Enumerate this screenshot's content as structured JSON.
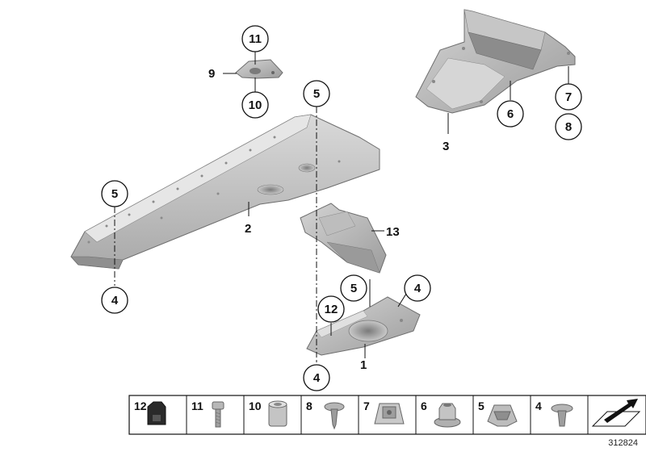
{
  "diagram": {
    "labels": {
      "part_1": "1",
      "part_2": "2",
      "part_3": "3",
      "part_13": "13",
      "part_9": "9"
    },
    "callouts": {
      "c11": "11",
      "c10": "10",
      "c5_top": "5",
      "c5_left": "5",
      "c4_left": "4",
      "c6": "6",
      "c7": "7",
      "c8": "8",
      "c5_mid": "5",
      "c4_mid": "4",
      "c12": "12",
      "c4_bottom": "4"
    }
  },
  "legend": {
    "cells": [
      "12",
      "11",
      "10",
      "8",
      "7",
      "6",
      "5",
      "4"
    ]
  },
  "reference_number": "312824"
}
